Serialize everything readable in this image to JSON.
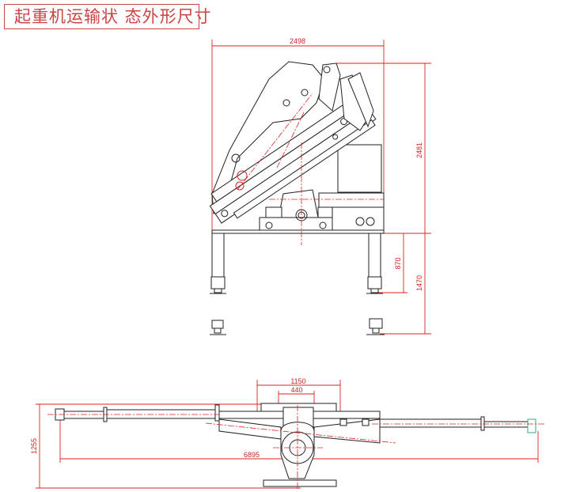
{
  "title": "起重机运输状 态外形尺寸",
  "side_view": {
    "width_dim": "2498",
    "height_dim": "2481",
    "leg_dim": "870",
    "ground_dim": "1470"
  },
  "top_view": {
    "outer_span_dim": "1150",
    "inner_span_dim": "440",
    "depth_dim": "1255",
    "total_length_dim": "6895"
  },
  "colors": {
    "dimension": "#dd2222",
    "outline": "#222222"
  }
}
